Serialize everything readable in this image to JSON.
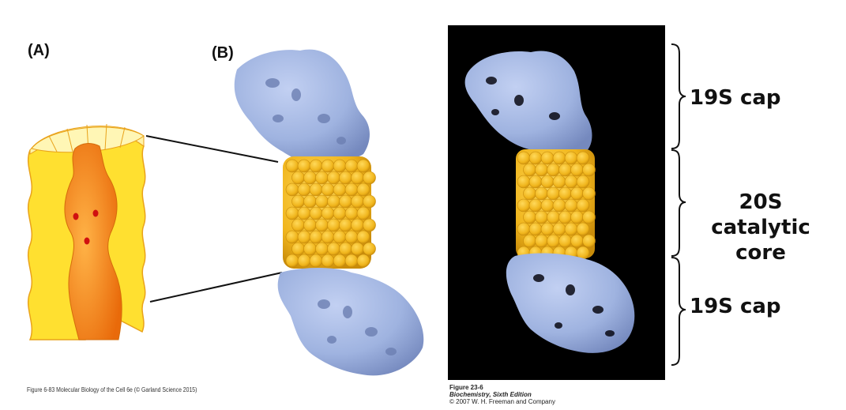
{
  "panel_a": {
    "label": "(A)"
  },
  "panel_b": {
    "label": "(B)"
  },
  "left_credit": "Figure 6-83  Molecular Biology of the Cell 6e (© Garland Science 2015)",
  "right_figure": {
    "labels": {
      "cap_top": "19S cap",
      "core_line1": "20S catalytic",
      "core_line2": "core",
      "cap_bottom": "19S cap"
    },
    "credit": {
      "figure": "Figure 23-6",
      "book": "Biochemistry, Sixth Edition",
      "copyright": "© 2007 W. H. Freeman and Company"
    }
  },
  "colors": {
    "cap_blue": "#9fb3e0",
    "core_gold": "#f2b820",
    "cylinder_yellow": "#ffe030",
    "chamber_orange": "#f07a10",
    "active_site_red": "#d01010"
  }
}
